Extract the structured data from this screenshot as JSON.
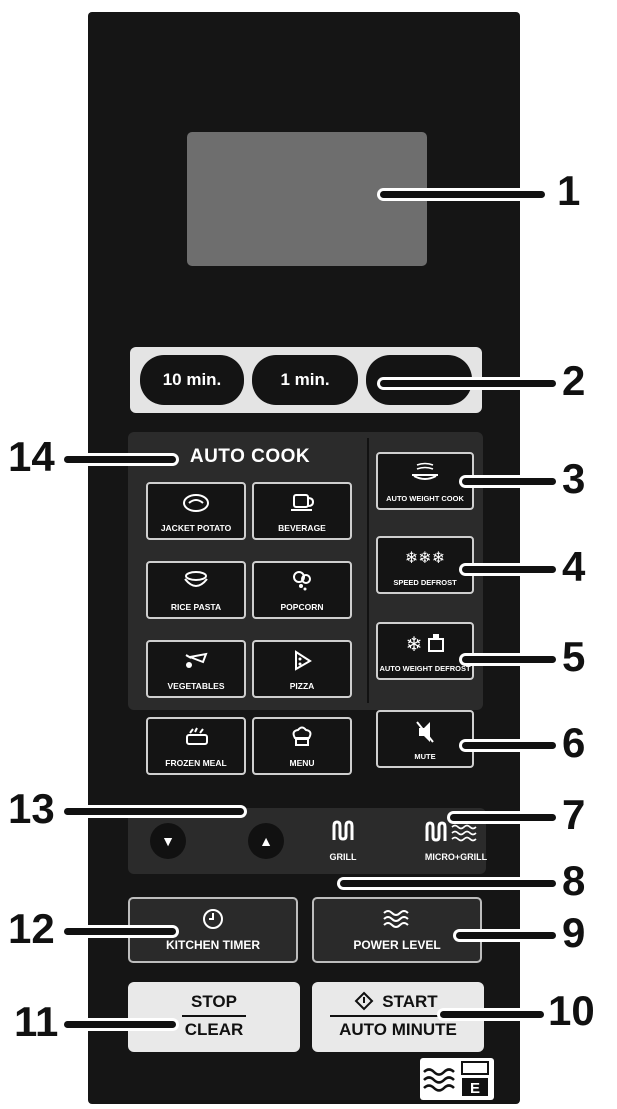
{
  "callouts": [
    "1",
    "2",
    "3",
    "4",
    "5",
    "6",
    "7",
    "8",
    "9",
    "10",
    "11",
    "12",
    "13",
    "14"
  ],
  "time_buttons": [
    "10 min.",
    "1 min.",
    ""
  ],
  "auto_cook": {
    "title": "AUTO COOK",
    "items": [
      "JACKET POTATO",
      "BEVERAGE",
      "RICE PASTA",
      "POPCORN",
      "VEGETABLES",
      "PIZZA",
      "FROZEN MEAL",
      "MENU"
    ]
  },
  "side_buttons": [
    "AUTO WEIGHT COOK",
    "SPEED DEFROST",
    "AUTO WEIGHT DEFROST",
    "MUTE"
  ],
  "modes": {
    "grill": "GRILL",
    "micro_grill": "MICRO+GRILL"
  },
  "arrows": {
    "down": "▼",
    "up": "▲"
  },
  "function_buttons": {
    "kitchen_timer": "KITCHEN TIMER",
    "power_level": "POWER LEVEL"
  },
  "stop_clear": {
    "top": "STOP",
    "bottom": "CLEAR"
  },
  "start": {
    "top": "START",
    "bottom": "AUTO MINUTE"
  },
  "badge": "E",
  "colors": {
    "panel": "#151515",
    "display": "#6e6e6e",
    "button_light": "#e9e9e9"
  }
}
